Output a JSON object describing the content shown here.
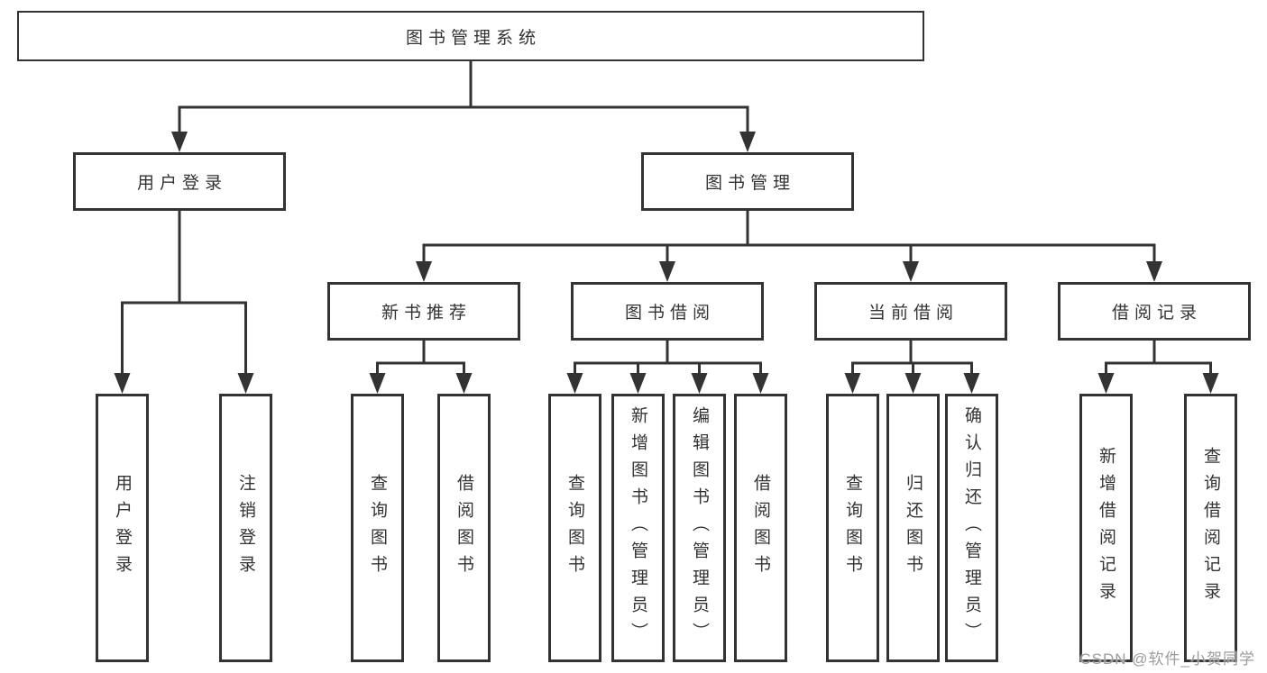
{
  "tree": {
    "label": "图书管理系统",
    "children": [
      {
        "label": "用户登录",
        "children": [
          {
            "label": "用户登录"
          },
          {
            "label": "注销登录"
          }
        ]
      },
      {
        "label": "图书管理",
        "children": [
          {
            "label": "新书推荐",
            "children": [
              {
                "label": "查询图书"
              },
              {
                "label": "借阅图书"
              }
            ]
          },
          {
            "label": "图书借阅",
            "children": [
              {
                "label": "查询图书"
              },
              {
                "label": "新增图书（管理员）"
              },
              {
                "label": "编辑图书（管理员）"
              },
              {
                "label": "借阅图书"
              }
            ]
          },
          {
            "label": "当前借阅",
            "children": [
              {
                "label": "查询图书"
              },
              {
                "label": "归还图书"
              },
              {
                "label": "确认归还（管理员）"
              }
            ]
          },
          {
            "label": "借阅记录",
            "children": [
              {
                "label": "新增借阅记录"
              },
              {
                "label": "查询借阅记录"
              }
            ]
          }
        ]
      }
    ]
  },
  "watermark": {
    "text": "CSDN @软件_小贺同学"
  },
  "colors": {
    "line": "#333333",
    "text": "#333333",
    "box_background": "#ffffff",
    "watermark": "#9c9c9c",
    "page_background": "#ffffff"
  }
}
